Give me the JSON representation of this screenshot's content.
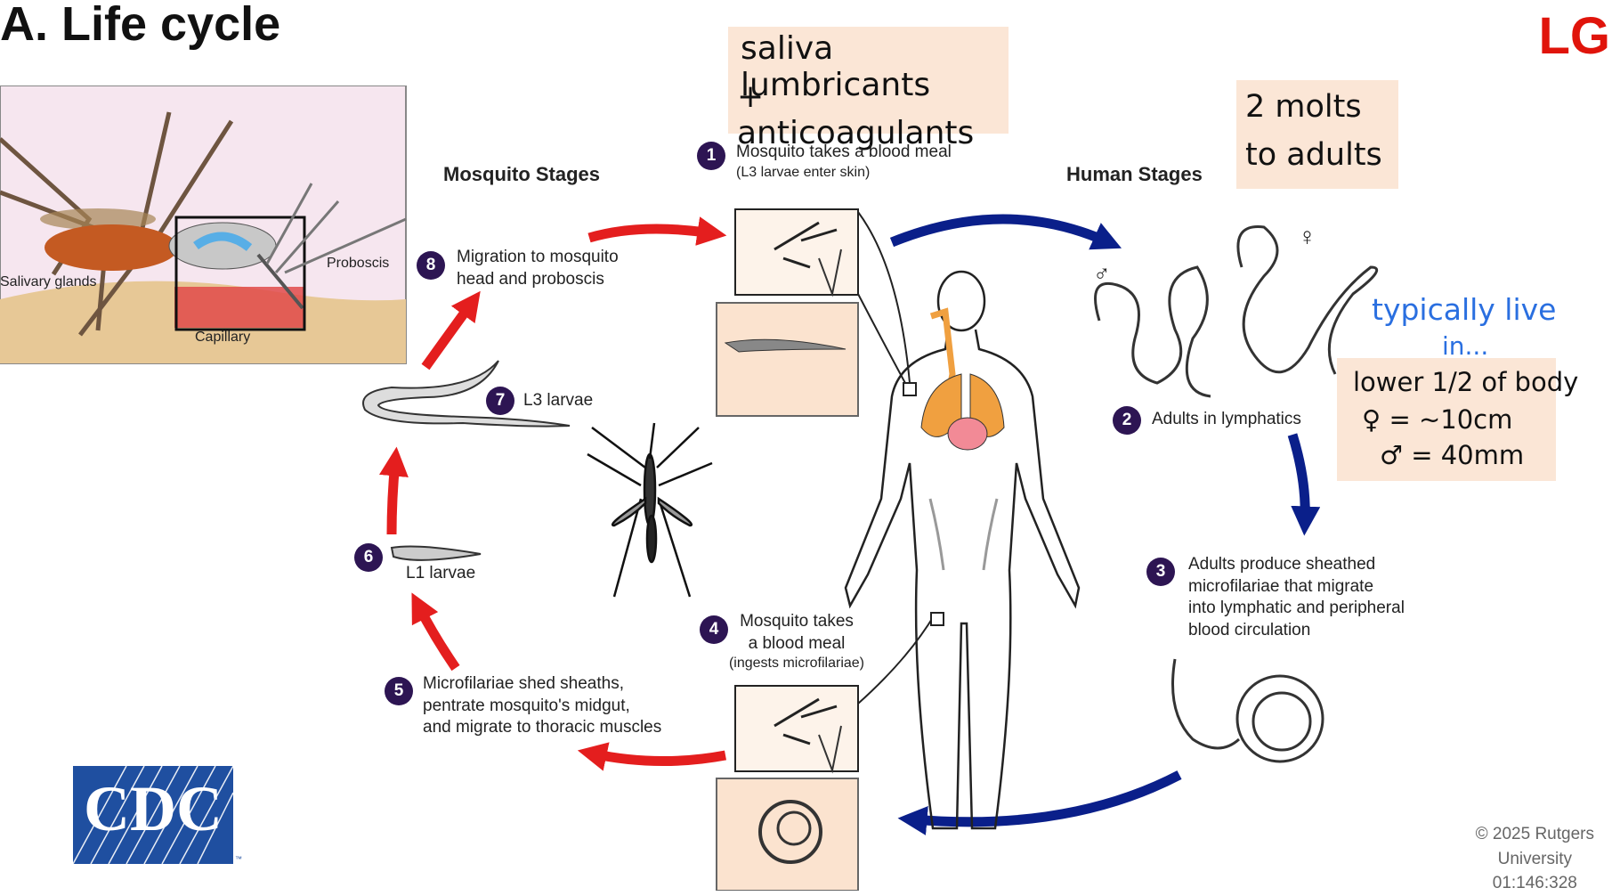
{
  "slide": {
    "title": "A.  Life cycle",
    "corner_label": "LG",
    "copyright_lines": [
      "© 2025 Rutgers",
      "University",
      "01:146:328"
    ]
  },
  "handwritten": {
    "saliva_line1": "saliva lumbricants",
    "saliva_line2": "+ anticoagulants",
    "molts_line1": "2 molts",
    "molts_line2": "to adults",
    "typically_line1": "typically live",
    "typically_line2": "in...",
    "bullet_1": "lower 1/2 of body",
    "bullet_2": "♀ = ~10cm",
    "bullet_3": "♂ = 40mm"
  },
  "inset": {
    "label_salivary": "Salivary glands",
    "label_proboscis": "Proboscis",
    "label_capillary": "Capillary"
  },
  "headings": {
    "mosquito": "Mosquito Stages",
    "human": "Human Stages"
  },
  "steps": [
    {
      "num": "1",
      "line1": "Mosquito takes a blood meal",
      "line2": "(L3 larvae enter skin)"
    },
    {
      "num": "2",
      "line1": "Adults in lymphatics"
    },
    {
      "num": "3",
      "line1": "Adults produce sheathed",
      "line2": "microfilariae that migrate",
      "line3": "into lymphatic and peripheral",
      "line4": "blood circulation"
    },
    {
      "num": "4",
      "line1": "Mosquito takes",
      "line2": "a blood meal",
      "line3": "(ingests microfilariae)"
    },
    {
      "num": "5",
      "line1": "Microfilariae shed sheaths,",
      "line2": "pentrate mosquito's midgut,",
      "line3": "and migrate to thoracic muscles"
    },
    {
      "num": "6",
      "line1": "L1 larvae"
    },
    {
      "num": "7",
      "line1": "L3 larvae"
    },
    {
      "num": "8",
      "line1": "Migration to mosquito",
      "line2": "head and proboscis"
    }
  ],
  "sex_symbols": {
    "male": "♂",
    "female": "♀"
  },
  "logo": {
    "text": "CDC",
    "tm": "™",
    "color": "#1f4fa0"
  },
  "colors": {
    "red_arrow": "#e41e1e",
    "blue_arrow": "#0a1f8a",
    "step_circle": "#2d1553",
    "note_bg": "#fbe6d6",
    "inset_bg": "#f6e6ef"
  }
}
